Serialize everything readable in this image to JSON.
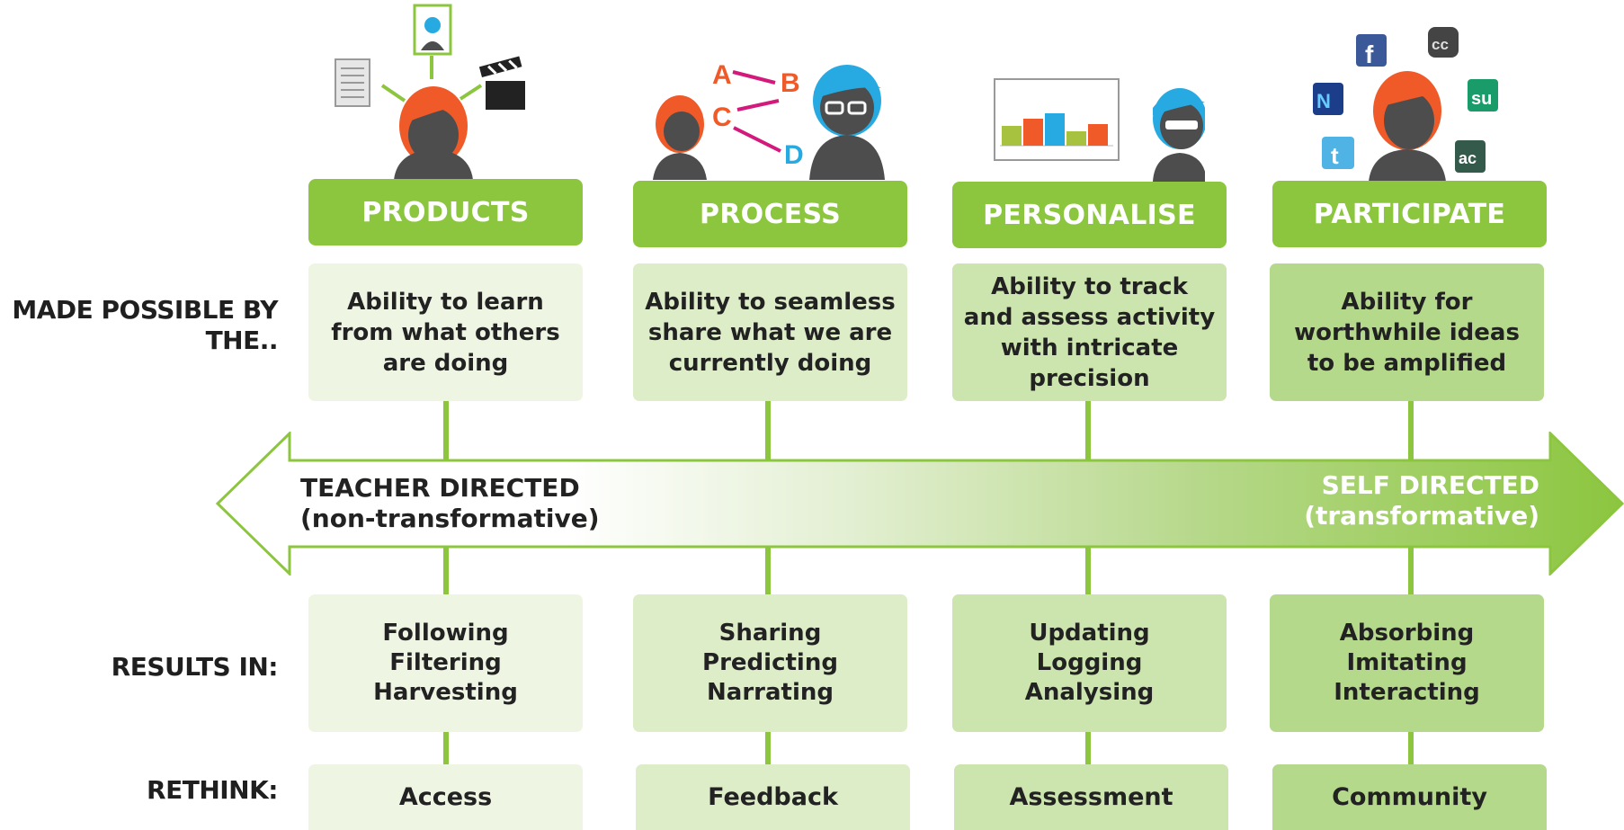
{
  "row_labels": {
    "made_possible": "MADE POSSIBLE BY THE..",
    "results_in": "RESULTS IN:",
    "rethink": "RETHINK:"
  },
  "columns": [
    {
      "header": "PRODUCTS",
      "description": "Ability to learn from what others are doing",
      "results": [
        "Following",
        "Filtering",
        "Harvesting"
      ],
      "rethink": "Access"
    },
    {
      "header": "PROCESS",
      "description": "Ability to seamless share what we are currently doing",
      "results": [
        "Sharing",
        "Predicting",
        "Narrating"
      ],
      "rethink": "Feedback"
    },
    {
      "header": "PERSONALISE",
      "description": "Ability to track and assess activity with intricate precision",
      "results": [
        "Updating",
        "Logging",
        "Analysing"
      ],
      "rethink": "Assessment"
    },
    {
      "header": "PARTICIPATE",
      "description": "Ability for worthwhile ideas to be amplified",
      "results": [
        "Absorbing",
        "Imitating",
        "Interacting"
      ],
      "rethink": "Community"
    }
  ],
  "arrow": {
    "left_title": "TEACHER DIRECTED",
    "left_subtitle": "(non-transformative)",
    "right_title": "SELF DIRECTED",
    "right_subtitle": "(transformative)"
  },
  "process_letters": [
    "A",
    "B",
    "C",
    "D"
  ],
  "social_icons": [
    "cc",
    "f",
    "t",
    "su"
  ],
  "colors": {
    "green": "#8cc63f",
    "orange": "#ef5a28",
    "blue": "#27aae1",
    "dark": "#4d4d4d"
  }
}
